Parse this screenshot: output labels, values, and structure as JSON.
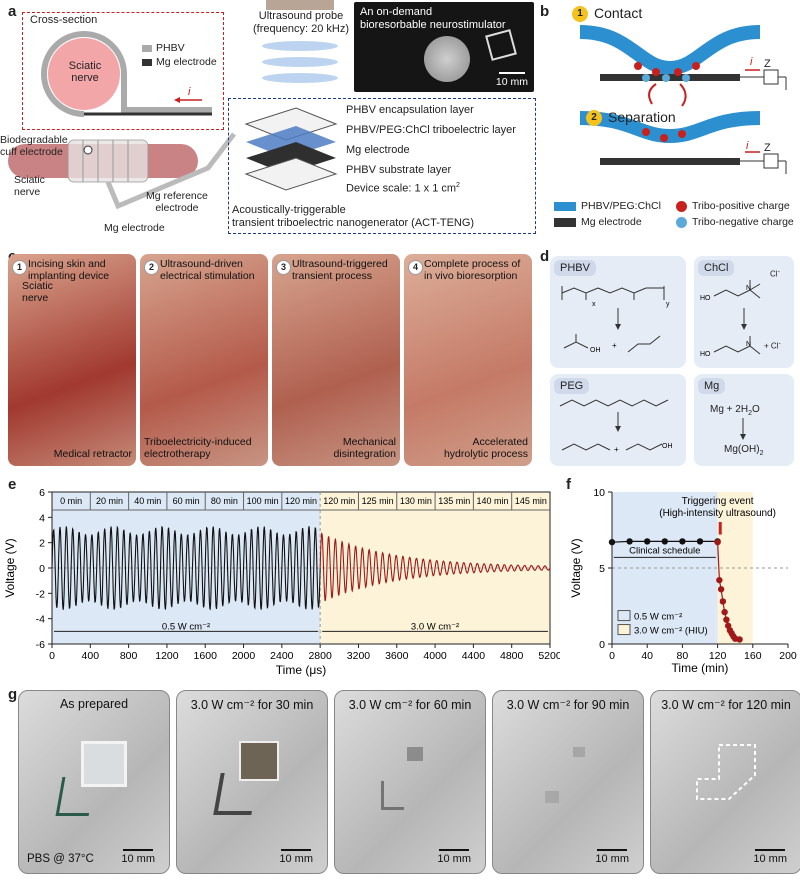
{
  "panel_a": {
    "label": "a",
    "cross_section": "Cross-section",
    "sciatic_nerve": "Sciatic nerve",
    "legend_phbv": "PHBV",
    "legend_mg": "Mg electrode",
    "current_symbol": "i",
    "probe_line1": "Ultrasound probe",
    "probe_line2": "(frequency: 20 kHz)",
    "photo_line1": "An on-demand",
    "photo_line2": "bioresorbable neurostimulator",
    "photo_scale": "10 mm",
    "cuff_line1": "Biodegradable",
    "cuff_line2": "cuff electrode",
    "sciatic_line1": "Sciatic",
    "sciatic_line2": "nerve",
    "mg_ref_line1": "Mg reference",
    "mg_ref_line2": "electrode",
    "mg_electrode": "Mg electrode",
    "layer1": "PHBV encapsulation layer",
    "layer2": "PHBV/PEG:ChCl triboelectric layer",
    "layer3": "Mg electrode",
    "layer4": "PHBV substrate layer",
    "scale_text": "Device scale: 1 x 1 cm",
    "scale_sup": "2",
    "act_line1": "Acoustically-triggerable",
    "act_line2": "transient triboelectric nanogenerator (ACT-TENG)"
  },
  "panel_b": {
    "label": "b",
    "step1_num": "1",
    "step1": "Contact",
    "step2_num": "2",
    "step2": "Separation",
    "current_symbol": "i",
    "load": "Z",
    "legend_phbv": "PHBV/PEG:ChCl",
    "legend_mg": "Mg electrode",
    "legend_pos": "Tribo-positive charge",
    "legend_neg": "Tribo-negative charge"
  },
  "panel_c": {
    "label": "c",
    "steps": [
      {
        "num": "1",
        "line1": "Incising skin and",
        "line2": "implanting device",
        "bottom1": "",
        "bottom2": "Medical retractor"
      },
      {
        "num": "2",
        "line1": "Ultrasound-driven",
        "line2": "electrical stimulation",
        "bottom1": "Triboelectricity-induced",
        "bottom2": "electrotherapy"
      },
      {
        "num": "3",
        "line1": "Ultrasound-triggered",
        "line2": "transient process",
        "bottom1": "Mechanical",
        "bottom2": "disintegration"
      },
      {
        "num": "4",
        "line1": "Complete process of",
        "line2": "in vivo bioresorption",
        "bottom1": "Accelerated",
        "bottom2": "hydrolytic process"
      }
    ],
    "sciatic_line1": "Sciatic",
    "sciatic_line2": "nerve"
  },
  "panel_d": {
    "label": "d",
    "phbv": "PHBV",
    "chcl": "ChCl",
    "peg": "PEG",
    "mg": "Mg",
    "mg_reaction1": "Mg  +  2H",
    "mg_reaction1_sub": "2",
    "mg_reaction1_end": "O",
    "mg_product": "Mg(OH)",
    "mg_product_sub": "2",
    "cl": "Cl",
    "chcl_plus": "+  Cl",
    "x_sub": "x",
    "y_sub": "y"
  },
  "panel_e_label": "e",
  "panel_f_label": "f",
  "panel_g": {
    "label": "g",
    "photos": [
      {
        "title": "As prepared",
        "bottom_left": "PBS @ 37°C",
        "scale": "10 mm"
      },
      {
        "title": "3.0 W cm⁻² for 30 min",
        "bottom_left": "",
        "scale": "10 mm"
      },
      {
        "title": "3.0 W cm⁻² for 60 min",
        "bottom_left": "",
        "scale": "10 mm"
      },
      {
        "title": "3.0 W cm⁻² for 90 min",
        "bottom_left": "",
        "scale": "10 mm"
      },
      {
        "title": "3.0 W cm⁻² for 120 min",
        "bottom_left": "",
        "scale": "10 mm"
      }
    ]
  },
  "chart_data": [
    {
      "type": "line",
      "panel": "e",
      "xlabel": "Time (μs)",
      "ylabel": "Voltage (V)",
      "xlim": [
        0,
        5200
      ],
      "ylim": [
        -6,
        6
      ],
      "x_ticks": [
        0,
        400,
        800,
        1200,
        1600,
        2000,
        2400,
        2800,
        3200,
        3600,
        4000,
        4400,
        4800,
        5200
      ],
      "y_ticks": [
        -6,
        -4,
        -2,
        0,
        2,
        4,
        6
      ],
      "segment_labels_left": [
        "0 min",
        "20 min",
        "40 min",
        "60 min",
        "80 min",
        "100 min",
        "120 min"
      ],
      "segment_labels_right": [
        "120 min",
        "125 min",
        "130 min",
        "135 min",
        "140 min",
        "145 min"
      ],
      "region_labels": [
        "0.5 W cm⁻²",
        "3.0 W cm⁻²"
      ],
      "regions": [
        {
          "from": 0,
          "to": 2800,
          "color": "#dce8f5"
        },
        {
          "from": 2800,
          "to": 5200,
          "color": "#fdf3d8"
        }
      ],
      "series": [
        {
          "color": "#111111",
          "x_range": [
            0,
            2800
          ],
          "amplitude": 3.3,
          "cycles": 42
        },
        {
          "color": "#a01818",
          "x_range": [
            2800,
            5200
          ],
          "amplitude_start": 2.8,
          "decays_to": 0.05,
          "cycles": 34
        }
      ]
    },
    {
      "type": "scatter",
      "panel": "f",
      "xlabel": "Time (min)",
      "ylabel": "Voltage (V)",
      "xlim": [
        0,
        200
      ],
      "ylim": [
        0,
        10
      ],
      "x_ticks": [
        0,
        40,
        80,
        120,
        160,
        200
      ],
      "y_ticks": [
        0,
        5,
        10
      ],
      "annotation_line1": "Triggering event",
      "annotation_line2": "(High-intensity ultrasound)",
      "schedule_label": "Clinical schedule",
      "legend": [
        {
          "label": "0.5 W cm⁻²",
          "color": "#dce8f5"
        },
        {
          "label": "3.0 W cm⁻² (HIU)",
          "color": "#fdf3d8"
        }
      ],
      "series": [
        {
          "color": "#111111",
          "x": [
            0,
            20,
            40,
            60,
            80,
            100,
            120
          ],
          "y": [
            6.7,
            6.75,
            6.75,
            6.75,
            6.75,
            6.75,
            6.75
          ]
        },
        {
          "color": "#a01818",
          "x": [
            120,
            122,
            124,
            126,
            128,
            130,
            132,
            134,
            136,
            138,
            140,
            145
          ],
          "y": [
            6.7,
            4.2,
            3.6,
            2.8,
            2.1,
            1.6,
            1.2,
            0.9,
            0.7,
            0.5,
            0.35,
            0.3
          ]
        }
      ]
    }
  ]
}
